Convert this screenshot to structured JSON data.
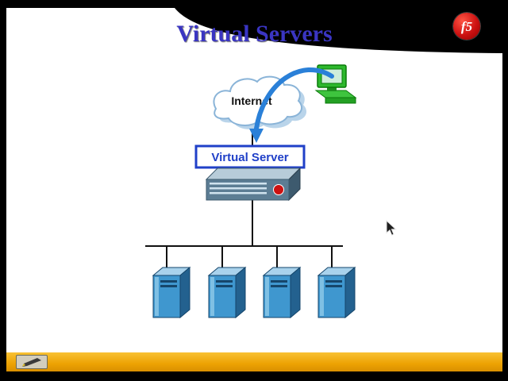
{
  "slide": {
    "title": "Virtual Servers",
    "logo_text": "f5",
    "diagram": {
      "internet_label": "Internet",
      "virtual_server_label": "Virtual Server"
    },
    "colors": {
      "title_blue": "#3a35c2",
      "accent_blue": "#2040c8",
      "f5_red": "#cc1111",
      "arrow_blue": "#2a80d8",
      "server_blue": "#3f97cf",
      "bottom_bar_amber": "#eda203"
    },
    "icons": {
      "internet_cloud": "internet-cloud-icon",
      "client_computer": "client-computer-icon",
      "traffic_arrow": "traffic-arrow-icon",
      "bigip_appliance": "bigip-appliance-icon",
      "server_tower": "server-tower-icon",
      "annotation_pen": "annotation-pen-icon",
      "mouse_cursor": "mouse-cursor-icon",
      "f5_logo": "f5-logo"
    }
  }
}
